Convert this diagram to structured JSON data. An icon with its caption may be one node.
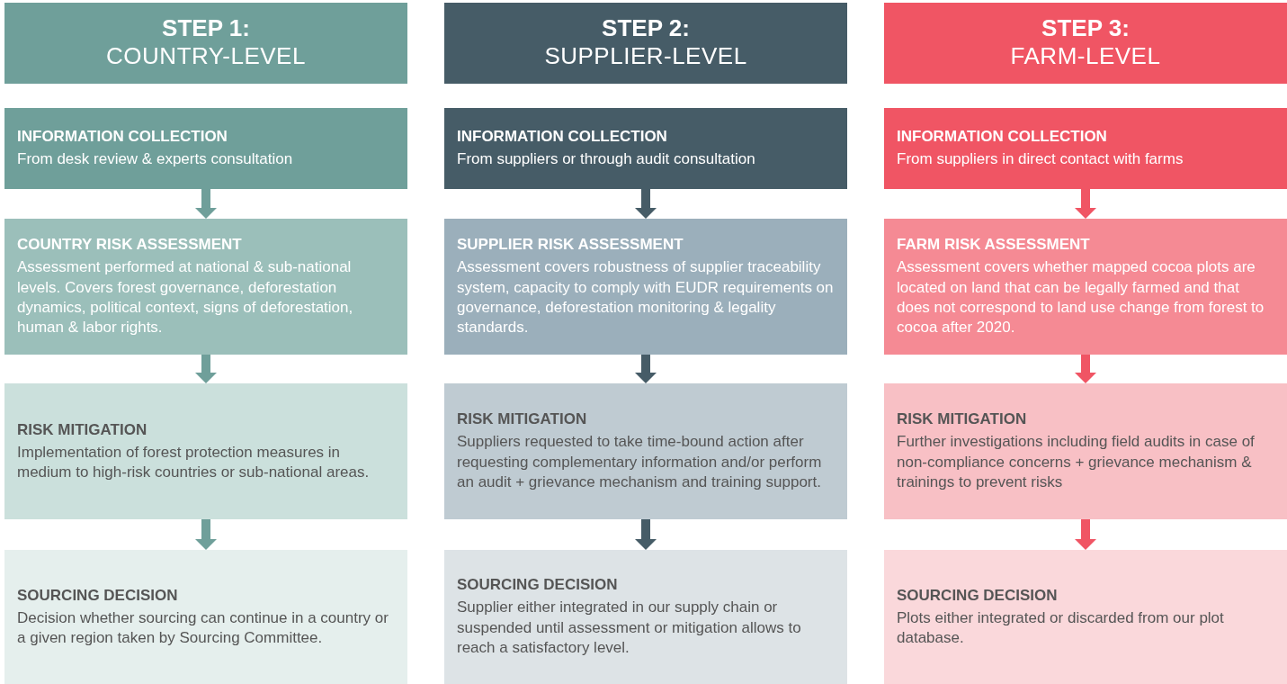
{
  "diagram": {
    "nodes": [
      {
        "text": [
          "STEP 1:",
          "COUNTRY-LEVEL"
        ]
      },
      {
        "text": [
          "INFORMATION COLLECTION",
          "From desk review & experts consultation"
        ]
      },
      {
        "text": [
          "COUNTRY RISK ASSESSMENT",
          "Assessment performed at national & sub-national levels. Covers forest governance, deforestation dynamics, political context, signs of deforestation, human & labor rights."
        ]
      },
      {
        "text": [
          "RISK MITIGATION",
          "Implementation of forest protection measures in medium to high-risk countries or sub-national areas."
        ]
      },
      {
        "text": [
          "SOURCING DECISION",
          "Decision whether sourcing can continue in a country or a given region taken by Sourcing Committee."
        ]
      },
      {
        "text": [
          "STEP 2:",
          "SUPPLIER-LEVEL"
        ]
      },
      {
        "text": [
          "INFORMATION COLLECTION",
          "From suppliers or through audit consultation"
        ]
      },
      {
        "text": [
          "SUPPLIER RISK ASSESSMENT",
          "Assessment covers robustness of supplier traceability system, capacity to comply with EUDR requirements on governance, deforestation monitoring & legality standards."
        ]
      },
      {
        "text": [
          "RISK MITIGATION",
          "Suppliers requested to take time-bound action after requesting complementary information and/or perform an audit + grievance mechanism and training support."
        ]
      },
      {
        "text": [
          "SOURCING DECISION",
          "Supplier either integrated in our supply chain or suspended until assessment or mitigation allows to reach a satisfactory level."
        ]
      },
      {
        "text": [
          "STEP 3:",
          "FARM-LEVEL"
        ]
      },
      {
        "text": [
          "INFORMATION COLLECTION",
          "From suppliers in direct contact with farms"
        ]
      },
      {
        "text": [
          "FARM RISK ASSESSMENT",
          "Assessment covers whether mapped cocoa plots are located on land that can be legally farmed and that does not correspond to land use change from forest to cocoa after 2020."
        ]
      },
      {
        "text": [
          "RISK MITIGATION",
          "Further investigations including field audits in case of non-compliance concerns + grievance mechanism & trainings to prevent risks"
        ]
      },
      {
        "text": [
          "SOURCING DECISION",
          "Plots either integrated or discarded from our plot database."
        ]
      }
    ],
    "edges": [
      {
        "from": 1,
        "to": 2,
        "arrow": "to",
        "color": "#6f9f9a"
      },
      {
        "from": 2,
        "to": 3,
        "arrow": "to",
        "color": "#6f9f9a"
      },
      {
        "from": 3,
        "to": 4,
        "arrow": "to",
        "color": "#6f9f9a"
      },
      {
        "from": 6,
        "to": 7,
        "arrow": "to",
        "color": "#465c67"
      },
      {
        "from": 7,
        "to": 8,
        "arrow": "to",
        "color": "#465c67"
      },
      {
        "from": 8,
        "to": 9,
        "arrow": "to",
        "color": "#465c67"
      },
      {
        "from": 11,
        "to": 12,
        "arrow": "to",
        "color": "#f05564"
      },
      {
        "from": 12,
        "to": 13,
        "arrow": "to",
        "color": "#f05564"
      },
      {
        "from": 13,
        "to": 14,
        "arrow": "to",
        "color": "#f05564"
      }
    ]
  }
}
